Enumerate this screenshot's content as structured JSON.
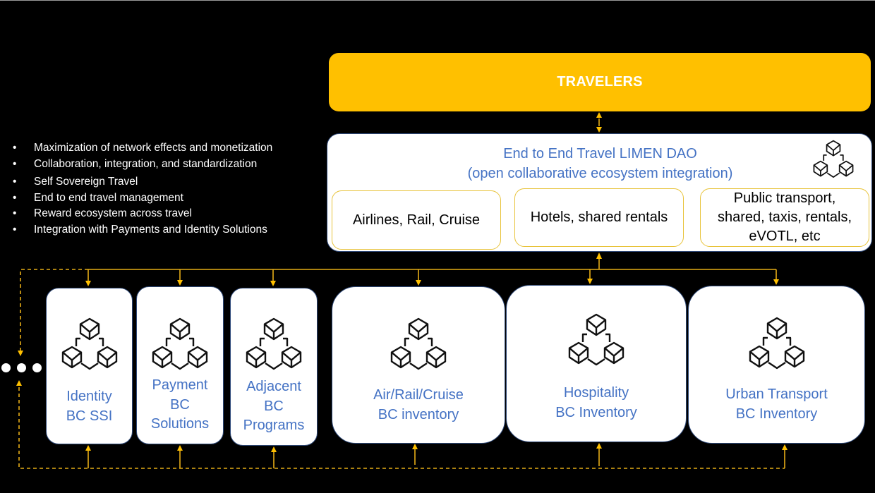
{
  "colors": {
    "background": "#000000",
    "accent_yellow": "#ffc000",
    "connector": "#e6ad16",
    "label_blue": "#4472c4",
    "box_outline": "#2f4a7a",
    "sub_box_outline": "#e8c33a"
  },
  "travelers": {
    "label": "TRAVELERS"
  },
  "dao": {
    "title_line1": "End to End Travel LIMEN DAO",
    "title_line2": "(open collaborative ecosystem integration)",
    "icon": "blockchain-icon",
    "segments": [
      {
        "lines": [
          "Airlines, Rail, Cruise"
        ]
      },
      {
        "lines": [
          "Hotels, shared rentals"
        ]
      },
      {
        "lines": [
          "Public transport,",
          "shared, taxis, rentals,",
          "eVOTL, etc"
        ]
      }
    ]
  },
  "bullets": [
    "Maximization of network effects and monetization",
    "Collaboration, integration, and standardization",
    "Self Sovereign Travel",
    "End to end travel management",
    "Reward ecosystem across travel",
    "Integration with Payments and Identity Solutions"
  ],
  "bullet_glyph": "•",
  "blockchains": [
    {
      "lines": [
        "Identity",
        "BC SSI"
      ],
      "icon": "blockchain-icon"
    },
    {
      "lines": [
        "Payment",
        "BC",
        "Solutions"
      ],
      "icon": "blockchain-icon"
    },
    {
      "lines": [
        "Adjacent",
        "BC",
        "Programs"
      ],
      "icon": "blockchain-icon"
    },
    {
      "lines": [
        "Air/Rail/Cruise",
        "BC inventory"
      ],
      "icon": "blockchain-icon"
    },
    {
      "lines": [
        "Hospitality",
        "BC Inventory"
      ],
      "icon": "blockchain-icon"
    },
    {
      "lines": [
        "Urban Transport",
        "BC Inventory"
      ],
      "icon": "blockchain-icon"
    }
  ],
  "more_indicator": "ellipsis-icon"
}
